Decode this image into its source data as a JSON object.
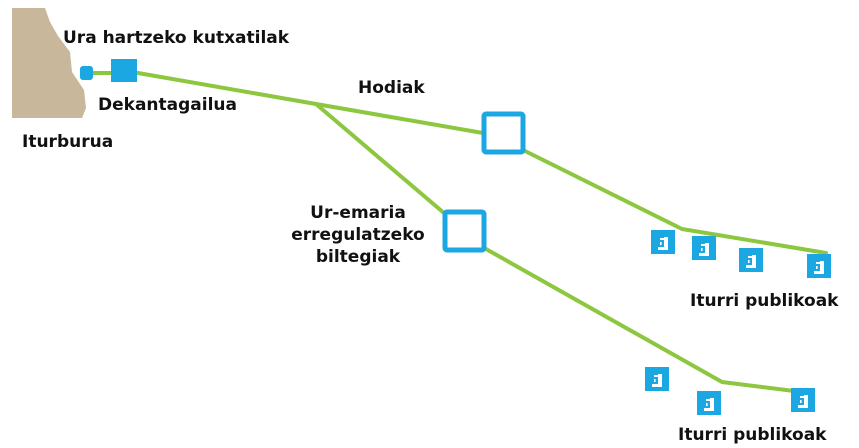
{
  "labels": {
    "intake_boxes": "Ura hartzeko kutxatilak",
    "decanter": "Dekantagailua",
    "source": "Iturburua",
    "pipes": "Hodiak",
    "tanks_line1": "Ur-emaria",
    "tanks_line2": "erregulatzeko",
    "tanks_line3": "biltegiak",
    "fountains_1": "Iturri publikoak",
    "fountains_2": "Iturri publikoak"
  },
  "icons": {
    "source_rock": "rock-cliff-icon",
    "intake_box": "intake-box-icon",
    "decanter": "decanter-icon",
    "tank": "tank-icon",
    "fountain": "fountain-tap-icon"
  },
  "colors": {
    "pipe": "#8dc63f",
    "box": "#1ba7e1",
    "rock": "#c9b79c",
    "text": "#111111"
  }
}
